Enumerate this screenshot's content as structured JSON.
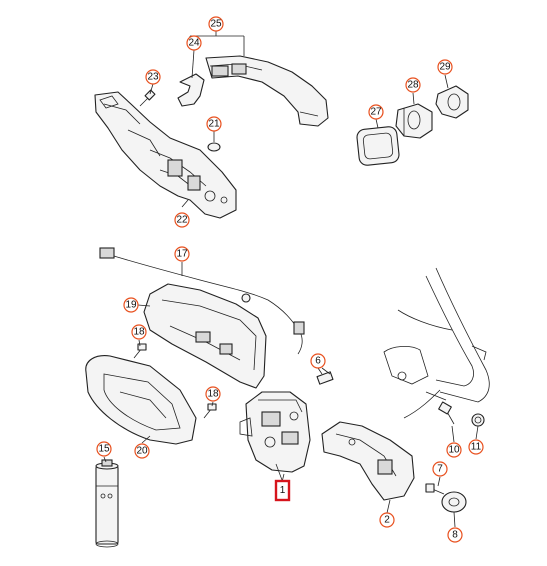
{
  "diagram": {
    "accent_color": "#e8501e",
    "highlight_color": "#d6141c",
    "callouts": [
      {
        "id": "c25",
        "label": "25"
      },
      {
        "id": "c24",
        "label": "24"
      },
      {
        "id": "c23",
        "label": "23"
      },
      {
        "id": "c21",
        "label": "21"
      },
      {
        "id": "c22",
        "label": "22"
      },
      {
        "id": "c29",
        "label": "29"
      },
      {
        "id": "c28",
        "label": "28"
      },
      {
        "id": "c27",
        "label": "27"
      },
      {
        "id": "c17",
        "label": "17"
      },
      {
        "id": "c19",
        "label": "19"
      },
      {
        "id": "c18a",
        "label": "18"
      },
      {
        "id": "c18b",
        "label": "18"
      },
      {
        "id": "c6",
        "label": "6"
      },
      {
        "id": "c20",
        "label": "20"
      },
      {
        "id": "c15",
        "label": "15"
      },
      {
        "id": "c10",
        "label": "10"
      },
      {
        "id": "c11",
        "label": "11"
      },
      {
        "id": "c7",
        "label": "7"
      },
      {
        "id": "c2",
        "label": "2"
      },
      {
        "id": "c8",
        "label": "8"
      }
    ],
    "highlighted": {
      "label": "1"
    }
  }
}
